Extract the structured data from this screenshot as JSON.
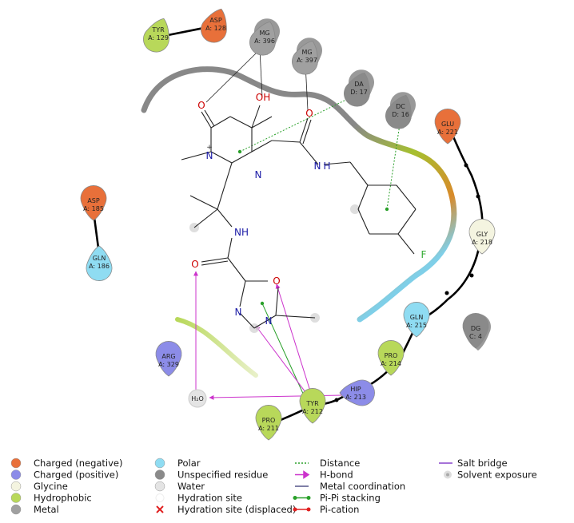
{
  "residues": [
    {
      "id": "tyr129",
      "name": "TYR",
      "chain": "A: 129",
      "fill": "#b8d85a"
    },
    {
      "id": "asp128",
      "name": "ASP",
      "chain": "A: 128",
      "fill": "#e8703a"
    },
    {
      "id": "mg396",
      "name": "MG",
      "chain": "A: 396",
      "fill": "#a0a0a0"
    },
    {
      "id": "mg397",
      "name": "MG",
      "chain": "A: 397",
      "fill": "#a0a0a0"
    },
    {
      "id": "da17",
      "name": "DA",
      "chain": "D: 17",
      "fill": "#8a8a8a"
    },
    {
      "id": "dc16",
      "name": "DC",
      "chain": "D: 16",
      "fill": "#8a8a8a"
    },
    {
      "id": "glu221",
      "name": "GLU",
      "chain": "A: 221",
      "fill": "#e8703a"
    },
    {
      "id": "asp185",
      "name": "ASP",
      "chain": "A: 185",
      "fill": "#e8703a"
    },
    {
      "id": "gln186",
      "name": "GLN",
      "chain": "A: 186",
      "fill": "#8fdcf2"
    },
    {
      "id": "gly218",
      "name": "GLY",
      "chain": "A: 218",
      "fill": "#f4f4e0"
    },
    {
      "id": "gln215",
      "name": "GLN",
      "chain": "A: 215",
      "fill": "#8fdcf2"
    },
    {
      "id": "dg4",
      "name": "DG",
      "chain": "C: 4",
      "fill": "#8a8a8a"
    },
    {
      "id": "pro214",
      "name": "PRO",
      "chain": "A: 214",
      "fill": "#b8d85a"
    },
    {
      "id": "hip213",
      "name": "HIP",
      "chain": "A: 213",
      "fill": "#8c8ce8"
    },
    {
      "id": "tyr212",
      "name": "TYR",
      "chain": "A: 212",
      "fill": "#b8d85a"
    },
    {
      "id": "pro211",
      "name": "PRO",
      "chain": "A: 211",
      "fill": "#b8d85a"
    },
    {
      "id": "arg329",
      "name": "ARG",
      "chain": "A: 329",
      "fill": "#8c8ce8"
    }
  ],
  "water": {
    "label": "H₂O"
  },
  "ligand_atoms": {
    "o_carbonyl": "O",
    "o_hydroxy": "OH",
    "n_methyl": "N",
    "n_ring": "N",
    "o_amide": "O",
    "nh_amide": "N",
    "h_amide": "H",
    "nh2": "NH",
    "o_amide2": "O",
    "n_ox1": "N",
    "n_ox2": "N",
    "o_ox": "O",
    "f": "F",
    "plus": "+"
  },
  "legend": [
    {
      "id": "charged-neg",
      "label": "Charged (negative)",
      "color": "#e8703a"
    },
    {
      "id": "charged-pos",
      "label": "Charged (positive)",
      "color": "#8c8ce8"
    },
    {
      "id": "glycine",
      "label": "Glycine",
      "color": "#f4f4e0"
    },
    {
      "id": "hydrophobic",
      "label": "Hydrophobic",
      "color": "#b8d85a"
    },
    {
      "id": "metal",
      "label": "Metal",
      "color": "#a0a0a0"
    },
    {
      "id": "polar",
      "label": "Polar",
      "color": "#8fdcf2"
    },
    {
      "id": "unspecified",
      "label": "Unspecified residue",
      "color": "#8a8a8a"
    },
    {
      "id": "water",
      "label": "Water",
      "color": "#e4e4e4"
    },
    {
      "id": "hydration-site",
      "label": "Hydration site",
      "color": ""
    },
    {
      "id": "hydration-displaced",
      "label": "Hydration site (displaced)",
      "color": "#e02020"
    },
    {
      "id": "distance",
      "label": "Distance",
      "color": "#2aa02a"
    },
    {
      "id": "h-bond",
      "label": "H-bond",
      "color": "#cc33cc"
    },
    {
      "id": "metal-coord",
      "label": "Metal coordination",
      "color": "#555588"
    },
    {
      "id": "pi-pi",
      "label": "Pi-Pi stacking",
      "color": "#2aa02a"
    },
    {
      "id": "pi-cation",
      "label": "Pi-cation",
      "color": "#e02020"
    },
    {
      "id": "salt-bridge",
      "label": "Salt bridge",
      "color": "#8844cc"
    },
    {
      "id": "solvent-exposure",
      "label": "Solvent exposure",
      "color": "#cccccc"
    }
  ]
}
